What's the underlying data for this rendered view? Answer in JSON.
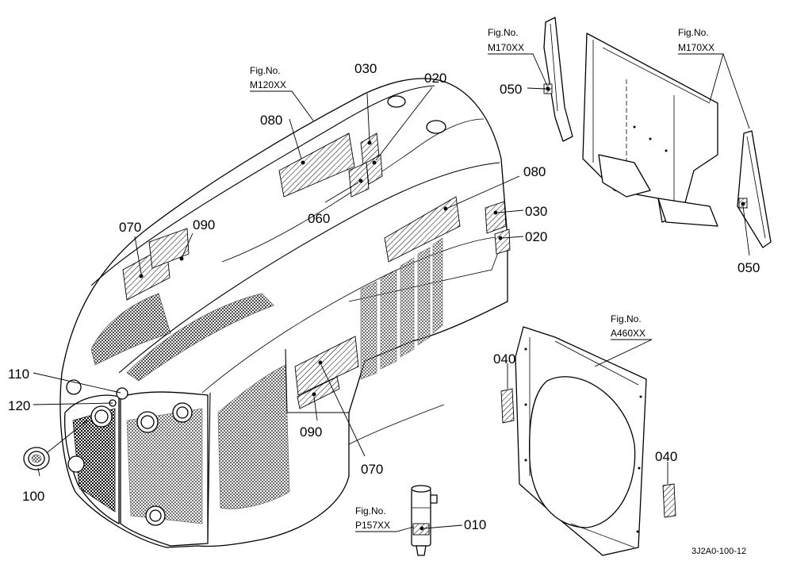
{
  "figure_refs": {
    "m120": {
      "line1": "Fig.No.",
      "line2": "M120XX"
    },
    "m170_left": {
      "line1": "Fig.No.",
      "line2": "M170XX"
    },
    "m170_right": {
      "line1": "Fig.No.",
      "line2": "M170XX"
    },
    "a460": {
      "line1": "Fig.No.",
      "line2": "A460XX"
    },
    "p157": {
      "line1": "Fig.No.",
      "line2": "P157XX"
    }
  },
  "callouts": {
    "c030_top": "030",
    "c020_top": "020",
    "c080_top": "080",
    "c060": "060",
    "c070_left": "070",
    "c090_left": "090",
    "c080_right": "080",
    "c030_right": "030",
    "c020_right": "020",
    "c050_left": "050",
    "c050_right": "050",
    "c110": "110",
    "c120": "120",
    "c100": "100",
    "c090_bottom": "090",
    "c070_bottom": "070",
    "c040_left": "040",
    "c040_right": "040",
    "c010": "010"
  },
  "drawing_code": "3J2A0-100-12"
}
